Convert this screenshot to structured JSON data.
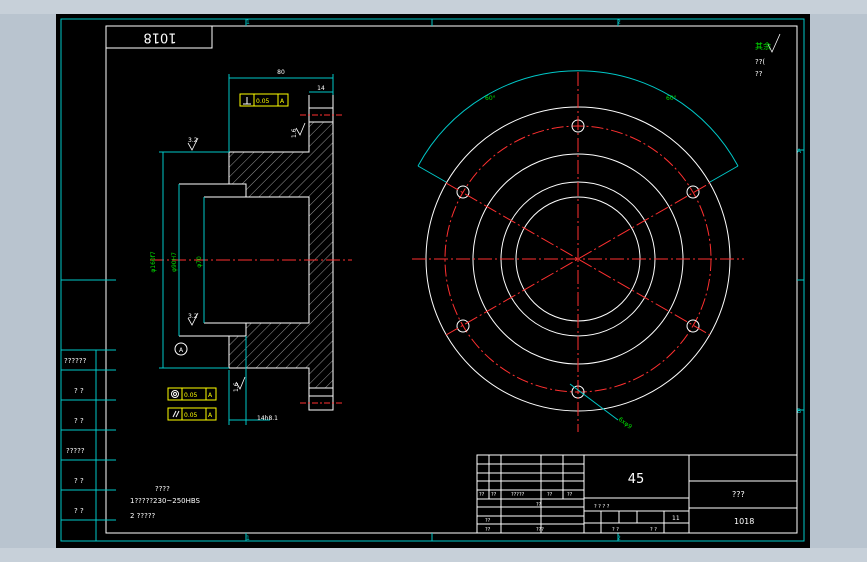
{
  "drawing": {
    "part_number": "1018",
    "mirrored_part_number": "1018",
    "material": "45",
    "part_name": "???",
    "drawing_number": "1018",
    "title_cells": [
      "??",
      "??",
      "?????",
      "??",
      "??",
      "??",
      "??",
      "??",
      "???",
      "? ? ? ?",
      "? ?",
      "? ?",
      "11"
    ],
    "zone_letters": [
      "A",
      "B"
    ],
    "zone_numbers": [
      "1",
      "2"
    ]
  },
  "left_panel": {
    "labels": [
      "??????",
      "? ?",
      "? ?",
      "? ?",
      "?????",
      "? ?",
      "? ?"
    ]
  },
  "notes": {
    "heading": "????",
    "line1": "1?????230~250HBS",
    "line2": "2 ?????"
  },
  "roughness_corner": {
    "symbol": "其余",
    "line1": "??(",
    "line2": "??"
  },
  "section_view": {
    "dim_top": "80",
    "dim_small": "14",
    "dim_bottom": "14h8.1",
    "roughness_top": "3.2",
    "roughness_mid": "3.2",
    "roughness_side": "1.6",
    "roughness_bottom_side": "1.6",
    "tol_perp_value": "0.05",
    "tol_perp_datum": "A",
    "tol_conc_value": "0.05",
    "tol_conc_datum": "A",
    "tol_par_value": "0.05",
    "tol_par_datum": "A",
    "datum_label": "A",
    "dia_outer": "φ160f7",
    "dia_mid": "φ90H7",
    "dia_inner": "φ70"
  },
  "front_view": {
    "angle_left": "60°",
    "angle_right": "60°",
    "hole_callout": "6xφ9"
  }
}
